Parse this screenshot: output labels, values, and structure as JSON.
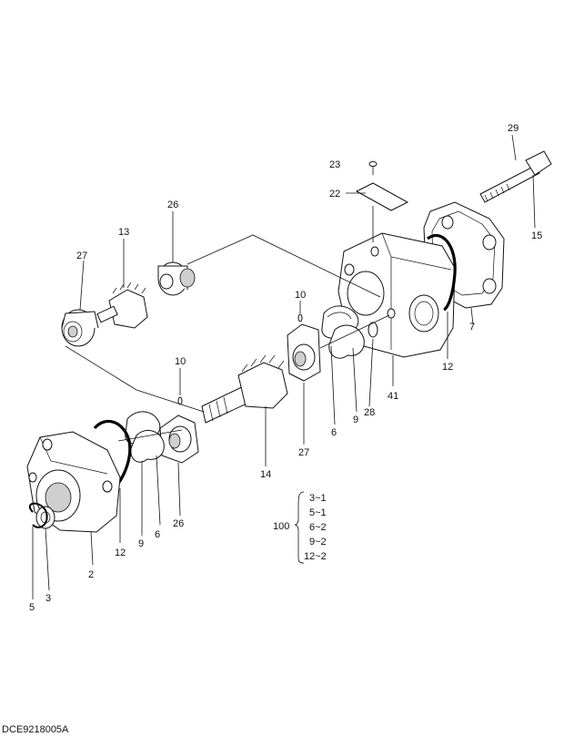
{
  "figure_code": "DCE9218005A",
  "callouts": {
    "c29": "29",
    "c23": "23",
    "c22": "22",
    "c15": "15",
    "c26a": "26",
    "c13": "13",
    "c27a": "27",
    "c10a": "10",
    "c12a": "12",
    "c7": "7",
    "c9a": "9",
    "c28": "28",
    "c41": "41",
    "c6a": "6",
    "c27b": "27",
    "c14": "14",
    "c10b": "10",
    "c26b": "26",
    "c6b": "6",
    "c9b": "9",
    "c12b": "12",
    "c2": "2",
    "c3": "3",
    "c5": "5"
  },
  "kit": {
    "number": "100",
    "items": [
      "3~1",
      "5~1",
      "6~2",
      "9~2",
      "12~2"
    ]
  }
}
